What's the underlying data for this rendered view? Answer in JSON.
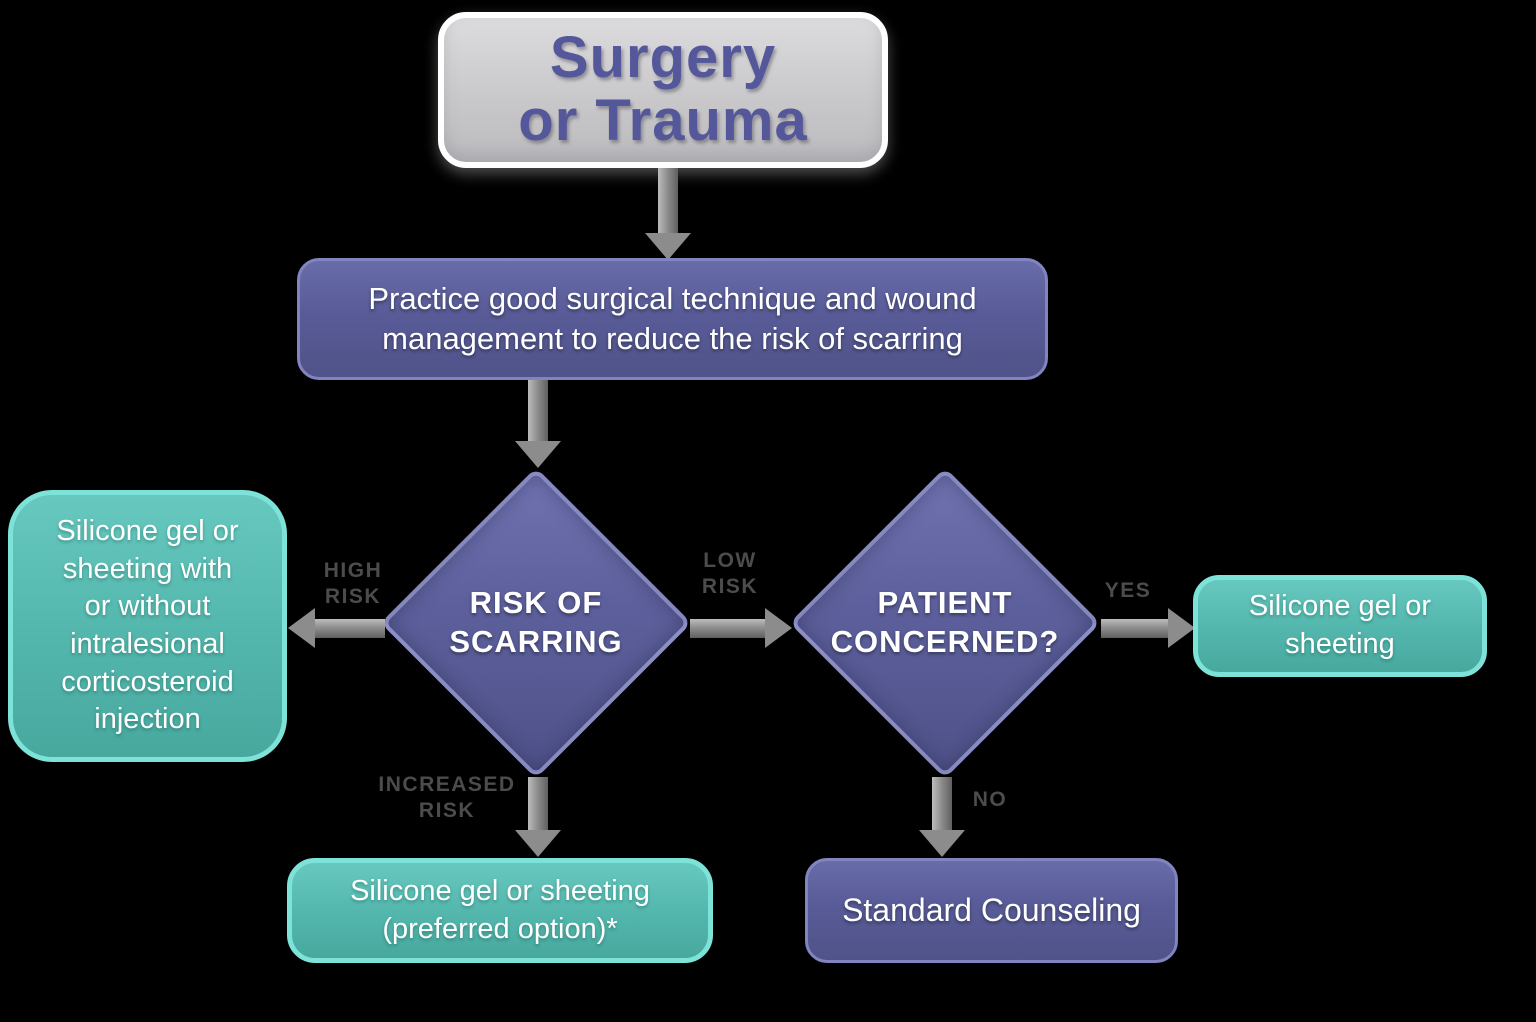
{
  "title": "Surgery or Trauma scar management flowchart",
  "colors": {
    "background": "#000000",
    "node_purple": "#595c97",
    "node_purple_border": "#8184bf",
    "node_teal": "#53b6ac",
    "node_teal_border": "#7de2d7",
    "start_gray": "#c9c8cb",
    "start_border": "#ffffff",
    "start_text": "#54579a",
    "white_text": "#ffffff",
    "arrow_gray": "#8c8c8c",
    "edge_label_text": "#4c4c4c"
  },
  "nodes": {
    "start": {
      "text": "Surgery\nor Trauma"
    },
    "practice": {
      "text": "Practice good surgical technique and wound\nmanagement to reduce the risk of scarring"
    },
    "risk_decision": {
      "text": "RISK OF\nSCARRING"
    },
    "patient_decision": {
      "text": "PATIENT\nCONCERNED?"
    },
    "high_risk_outcome": {
      "text": "Silicone gel or\nsheeting with\nor without\nintralesional\ncorticosteroid\ninjection"
    },
    "increased_risk_outcome": {
      "text": "Silicone  gel or sheeting\n(preferred option)*"
    },
    "yes_outcome": {
      "text": "Silicone  gel or\nsheeting"
    },
    "no_outcome": {
      "text": "Standard Counseling"
    }
  },
  "edge_labels": {
    "high_risk": "HIGH\nRISK",
    "low_risk": "LOW\nRISK",
    "yes": "YES",
    "increased_risk": "INCREASED\nRISK",
    "no": "NO"
  }
}
